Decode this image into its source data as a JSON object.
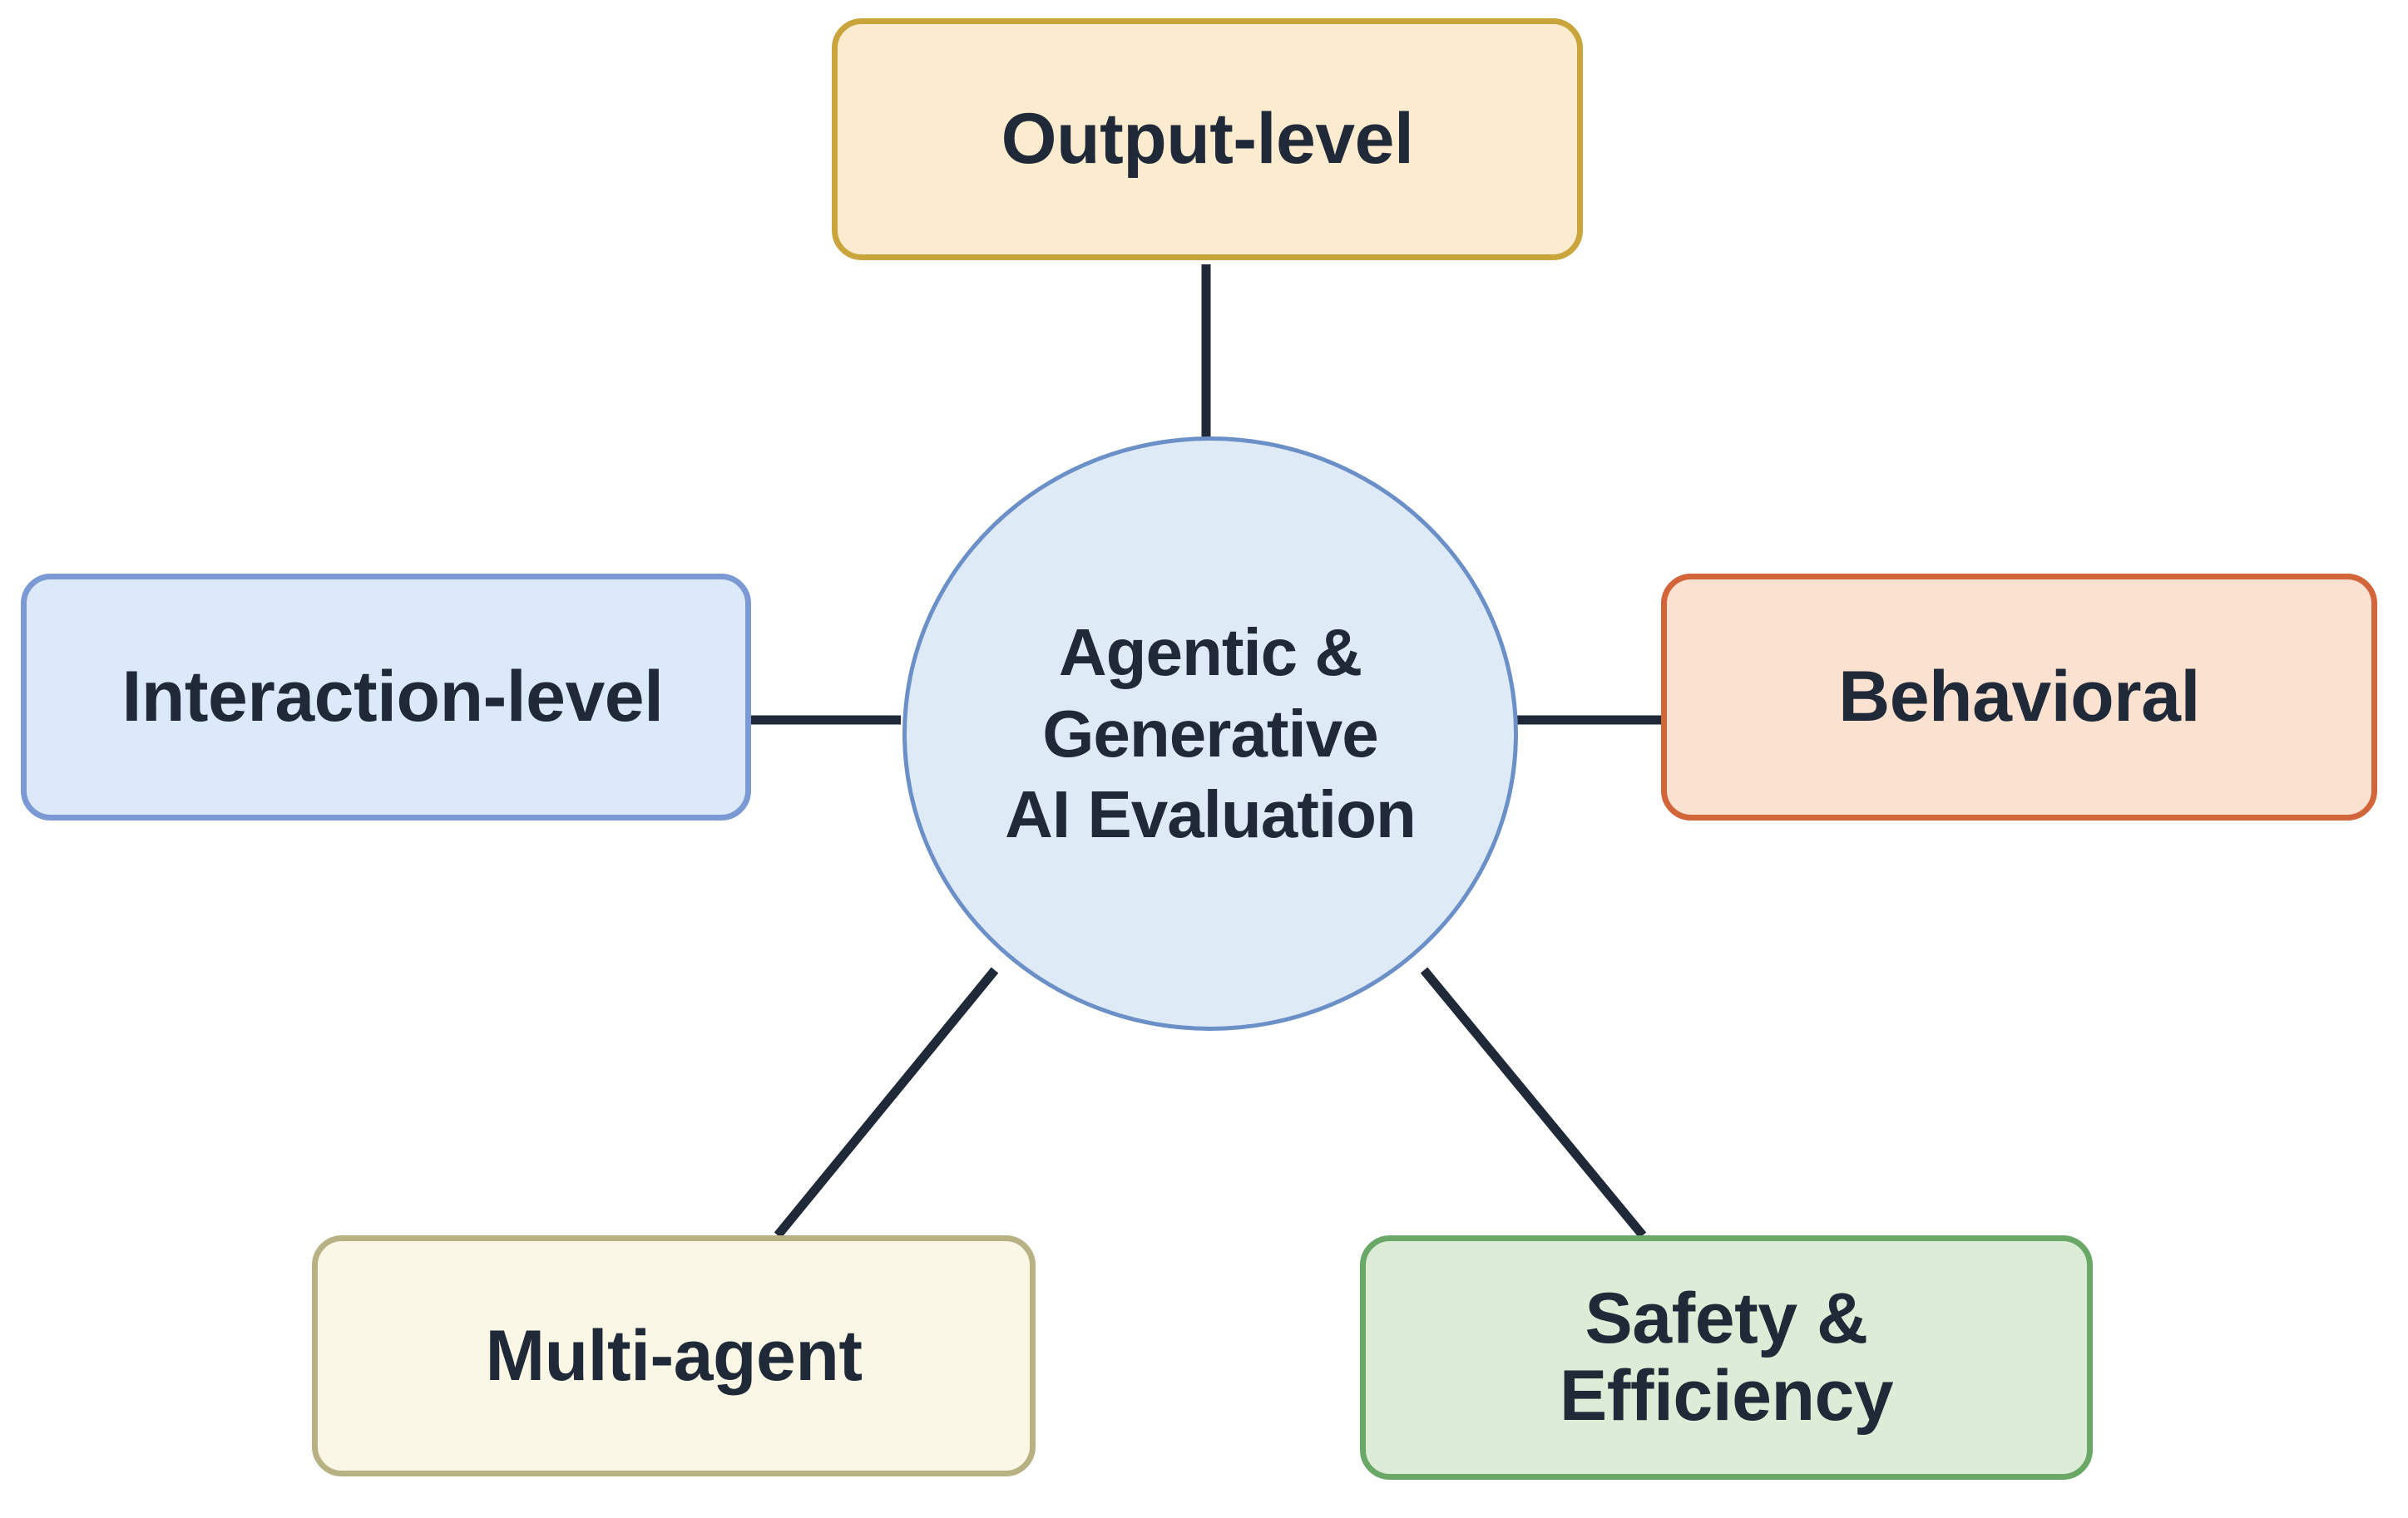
{
  "diagram": {
    "type": "hub-and-spoke",
    "title": "Agentic & Generative AI Evaluation",
    "background_color": "#ffffff",
    "center": {
      "id": "center",
      "label": "Agentic &\nGenerative\nAI Evaluation",
      "shape": "circle",
      "fill_color": "#dfeaf7",
      "border_color": "#6b8fc7",
      "text_color": "#1f2937"
    },
    "nodes": [
      {
        "id": "output",
        "label": "Output-level",
        "position": "top",
        "shape": "rounded-rectangle",
        "fill_color": "#fbecd0",
        "border_color": "#c9a53c",
        "text_color": "#1f2937"
      },
      {
        "id": "interaction",
        "label": "Interaction-level",
        "position": "left",
        "shape": "rounded-rectangle",
        "fill_color": "#dce9f8",
        "border_color": "#7b9ad4",
        "text_color": "#1f2937"
      },
      {
        "id": "behavioral",
        "label": "Behavioral",
        "position": "right",
        "shape": "rounded-rectangle",
        "fill_color": "#fbe1d0",
        "border_color": "#d2663a",
        "text_color": "#1f2937"
      },
      {
        "id": "multiagent",
        "label": "Multi-agent",
        "position": "bottom-left",
        "shape": "rounded-rectangle",
        "fill_color": "#faf7e6",
        "border_color": "#b7b184",
        "text_color": "#1f2937"
      },
      {
        "id": "safety",
        "label": "Safety &\nEfficiency",
        "position": "bottom-right",
        "shape": "rounded-rectangle",
        "fill_color": "#dcecd6",
        "border_color": "#6aa868",
        "text_color": "#1f2937"
      }
    ],
    "edges": [
      {
        "from": "center",
        "to": "output",
        "style": "straight",
        "color": "#1f2937"
      },
      {
        "from": "center",
        "to": "interaction",
        "style": "straight",
        "color": "#1f2937"
      },
      {
        "from": "center",
        "to": "behavioral",
        "style": "straight",
        "color": "#1f2937"
      },
      {
        "from": "center",
        "to": "multiagent",
        "style": "straight",
        "color": "#1f2937"
      },
      {
        "from": "center",
        "to": "safety",
        "style": "straight",
        "color": "#1f2937"
      }
    ]
  }
}
